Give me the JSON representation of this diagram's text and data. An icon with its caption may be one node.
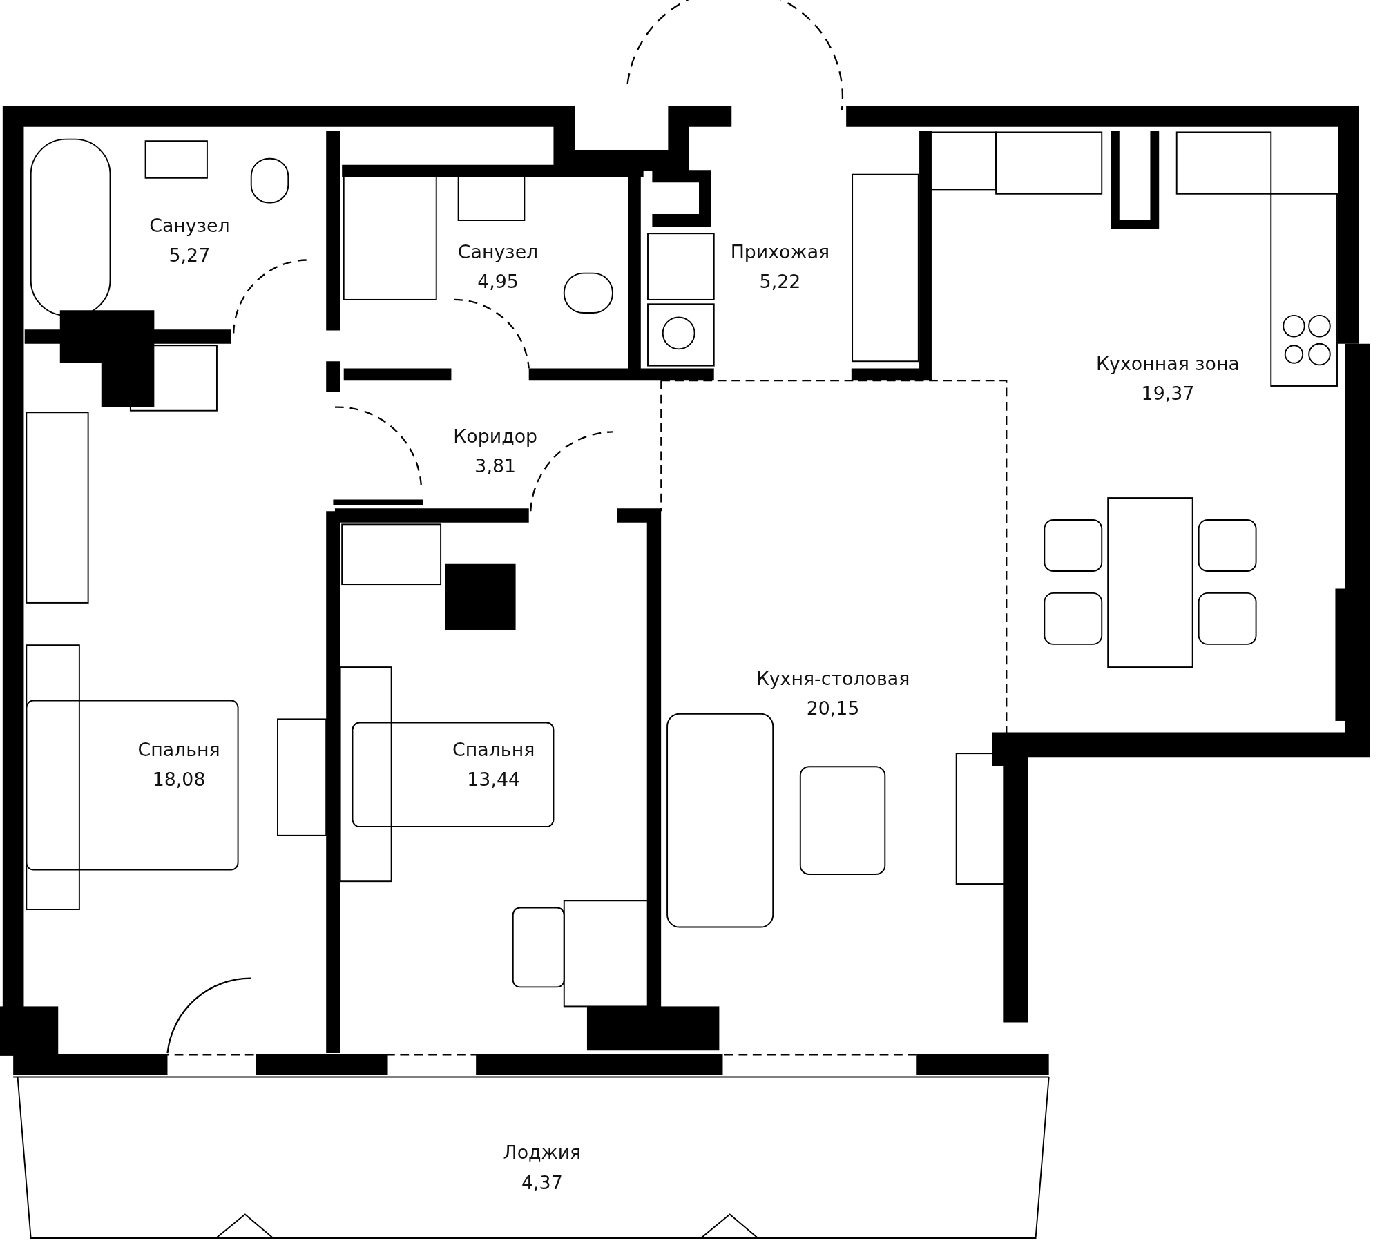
{
  "diagram": {
    "nodes": [
      {
        "text": [
          "Санузел",
          "5,27"
        ]
      },
      {
        "text": [
          "Санузел",
          "4,95"
        ]
      },
      {
        "text": [
          "Прихожая",
          "5,22"
        ]
      },
      {
        "text": [
          "Кухонная зона",
          "19,37"
        ]
      },
      {
        "text": [
          "Коридор",
          "3,81"
        ]
      },
      {
        "text": [
          "Кухня-столовая",
          "20,15"
        ]
      },
      {
        "text": [
          "Спальня",
          "18,08"
        ]
      },
      {
        "text": [
          "Спальня",
          "13,44"
        ]
      },
      {
        "text": [
          "Лоджия",
          "4,37"
        ]
      }
    ]
  }
}
